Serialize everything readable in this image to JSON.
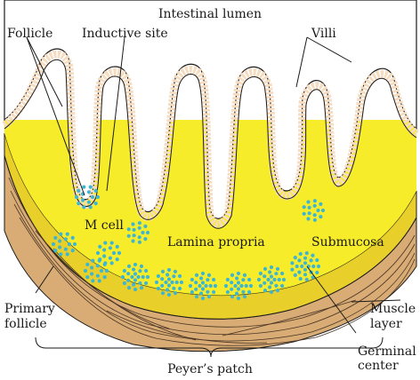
{
  "labels": {
    "intestinal_lumen": "Intestinal lumen",
    "follicle": "Follicle",
    "inductive_site": "Inductive site",
    "villi": "Villi",
    "m_cell": "M cell",
    "lamina_propria": "Lamina propria",
    "submucosa": "Submucosa",
    "primary_follicle_line1": "Primary",
    "primary_follicle_line2": "follicle",
    "muscle_layer_line1": "Muscle",
    "muscle_layer_line2": "layer",
    "germinal_center_line1": "Germinal",
    "germinal_center_line2": "center",
    "peyers_patch": "Peyer’s patch"
  },
  "colors": {
    "lumen": "#ffffff",
    "lamina_propria": "#f7ec2a",
    "submucosa": "#e8cf2a",
    "muscle": "#d8ac74",
    "muscle_fiber": "#4a3526",
    "epithelium": "#f6dcc0",
    "cell_dots": "#3fb6cf",
    "outline": "#1a1a1a"
  }
}
